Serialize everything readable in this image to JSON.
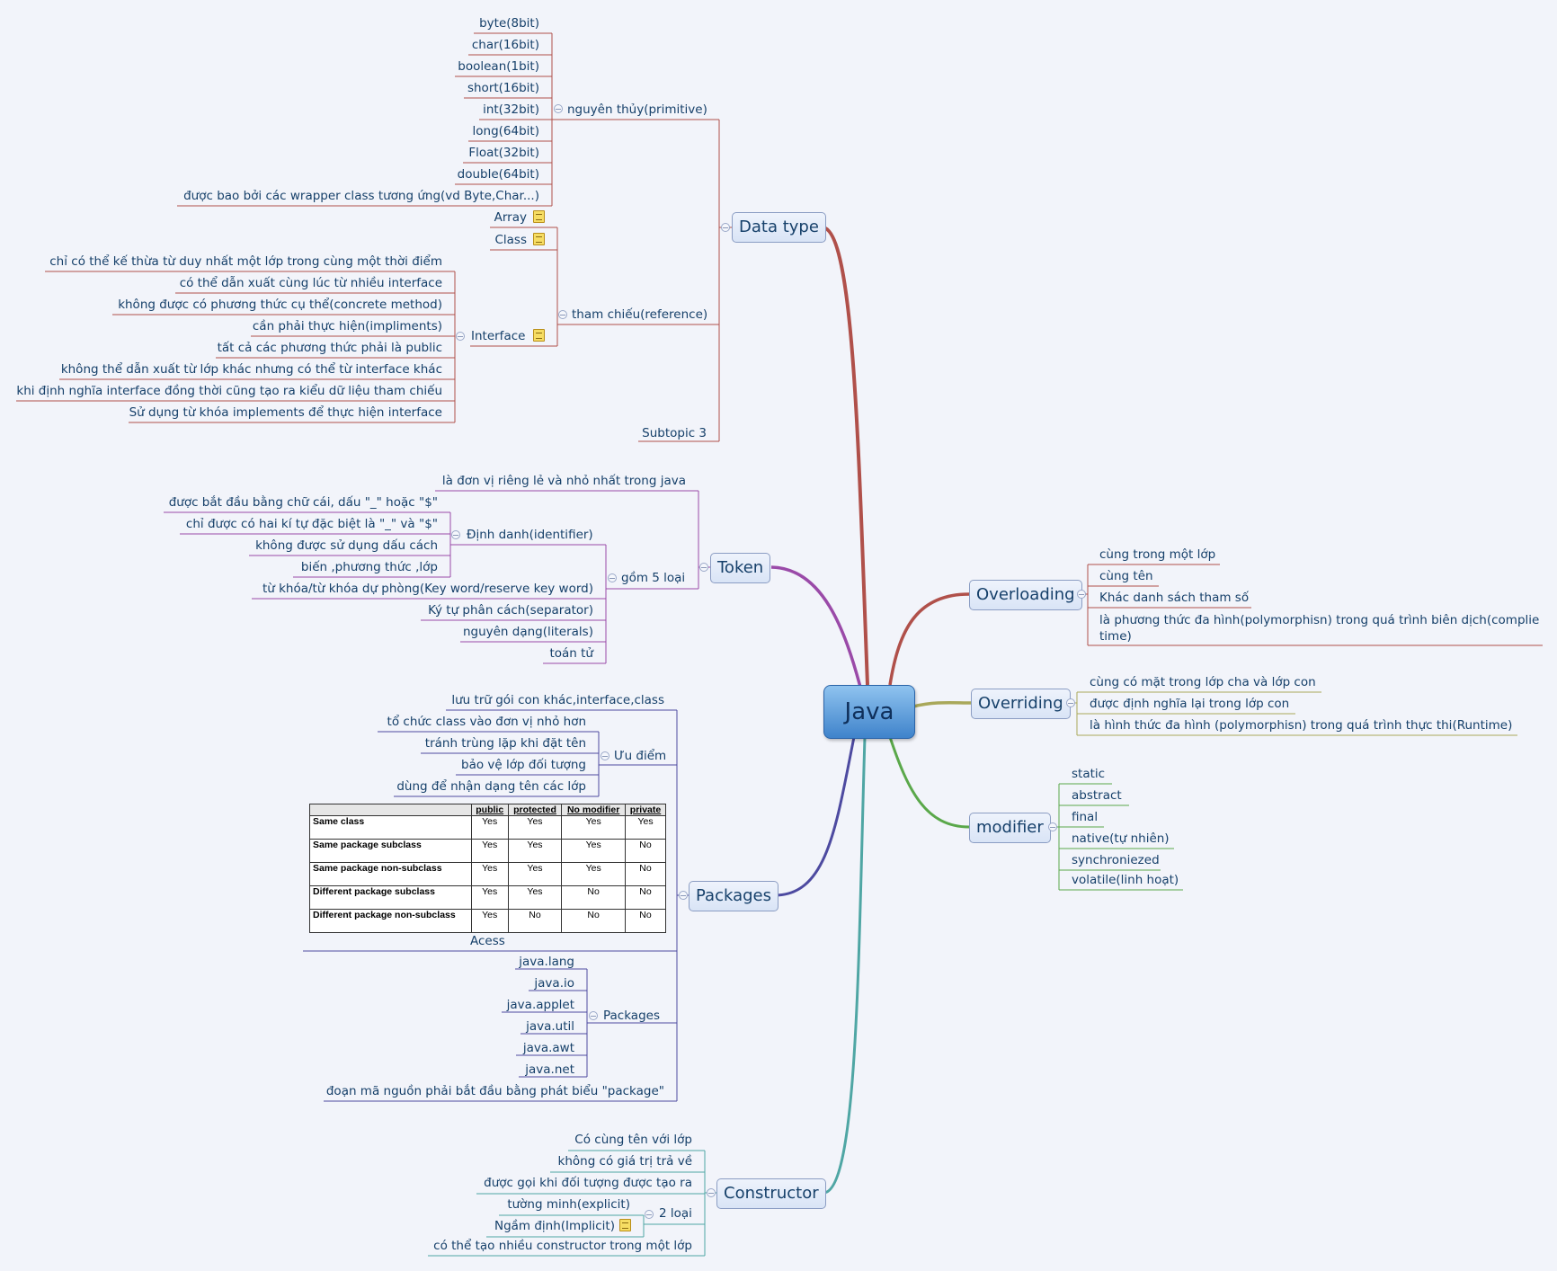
{
  "root": "Java",
  "colors": {
    "data_type": "#b0504a",
    "token": "#9a4aa8",
    "packages": "#4d4aa0",
    "constructor": "#4fa6a4",
    "overloading": "#b0504a",
    "overriding": "#a9a85a",
    "modifier": "#5aa84a",
    "root_fill": "#5f9fdc"
  },
  "data_type": {
    "label": "Data type",
    "primitive": {
      "label": "nguyên thủy(primitive)",
      "items": [
        "byte(8bit)",
        "char(16bit)",
        "boolean(1bit)",
        "short(16bit)",
        "int(32bit)",
        "long(64bit)",
        "Float(32bit)",
        "double(64bit)",
        "được bao bởi các wrapper class tương ứng(vd Byte,Char...)"
      ]
    },
    "reference": {
      "label": "tham chiếu(reference)",
      "array": "Array",
      "class": "Class",
      "interface": {
        "label": "Interface",
        "items": [
          "chỉ có thể kế thừa từ duy nhất một lớp trong cùng một thời điểm",
          "có thể dẫn xuất cùng lúc từ nhiều interface",
          "không được có phương thức cụ thể(concrete method)",
          "cần phải thực hiện(impliments)",
          "tất cả các phương thức phải là public",
          "không thể dẫn xuất từ lớp khác nhưng có thể từ interface khác",
          "khi định nghĩa interface đồng thời cũng tạo ra kiểu dữ liệu tham chiếu",
          "Sử dụng từ khóa implements để thực hiện interface"
        ]
      }
    },
    "subtopic": "Subtopic 3"
  },
  "token": {
    "label": "Token",
    "desc": "là đơn vị riêng lẻ và nhỏ nhất trong java",
    "types": {
      "label": "gồm 5 loại",
      "identifier": {
        "label": "Định danh(identifier)",
        "items": [
          "được bắt đầu bằng chữ cái, dấu \"_\" hoặc \"$\"",
          "chỉ được có hai kí tự đặc biệt là \"_\" và \"$\"",
          "không được sử dụng dấu cách",
          "biến ,phương thức ,lớp"
        ]
      },
      "others": [
        "từ khóa/từ khóa dự phòng(Key word/reserve key word)",
        "Ký tự phân cách(separator)",
        "nguyên dạng(literals)",
        "toán tử"
      ]
    }
  },
  "packages": {
    "label": "Packages",
    "store": "lưu trữ gói con khác,interface,class",
    "advantages": {
      "label": "Ưu điểm",
      "items": [
        "tổ chức class vào đơn vị nhỏ hơn",
        "tránh trùng lặp khi đặt tên",
        "bảo vệ lớp đối tượng",
        "dùng để nhận dạng tên các lớp"
      ]
    },
    "access_table": {
      "headers": [
        "",
        "public",
        "protected",
        "No modifier",
        "private"
      ],
      "rows": [
        [
          "Same class",
          "Yes",
          "Yes",
          "Yes",
          "Yes"
        ],
        [
          "Same package subclass",
          "Yes",
          "Yes",
          "Yes",
          "No"
        ],
        [
          "Same package non-subclass",
          "Yes",
          "Yes",
          "Yes",
          "No"
        ],
        [
          "Different package subclass",
          "Yes",
          "Yes",
          "No",
          "No"
        ],
        [
          "Different package non-subclass",
          "Yes",
          "No",
          "No",
          "No"
        ]
      ]
    },
    "access_label": "Acess",
    "packages_list": {
      "label": "Packages",
      "items": [
        "java.lang",
        "java.io",
        "java.applet",
        "java.util",
        "java.awt",
        "java.net"
      ]
    },
    "source_rule": "đoạn mã nguồn phải bắt đầu bằng phát biểu \"package\""
  },
  "constructor": {
    "label": "Constructor",
    "items": [
      "Có cùng tên với lớp",
      "không có giá trị trả về",
      "được gọi khi đối tượng được tạo ra"
    ],
    "kinds": {
      "label": "2 loại",
      "items": [
        "tường minh(explicit)",
        "Ngầm định(Implicit)"
      ]
    },
    "last": "có thể tạo nhiều constructor trong một lớp"
  },
  "overloading": {
    "label": "Overloading",
    "items": [
      "cùng trong một lớp",
      "cùng tên",
      "Khác danh sách tham số",
      "là phương thức đa hình(polymorphisn) trong quá trình biên dịch(complie time)"
    ]
  },
  "overriding": {
    "label": "Overriding",
    "items": [
      "cùng có mặt trong lớp cha và lớp con",
      "được định nghĩa lại trong lớp con",
      "là hình thức đa hình (polymorphisn) trong quá trình thực thi(Runtime)"
    ]
  },
  "modifier": {
    "label": "modifier",
    "items": [
      "static",
      "abstract",
      "final",
      "native(tự nhiên)",
      "synchroniezed",
      "volatile(linh hoạt)"
    ]
  }
}
